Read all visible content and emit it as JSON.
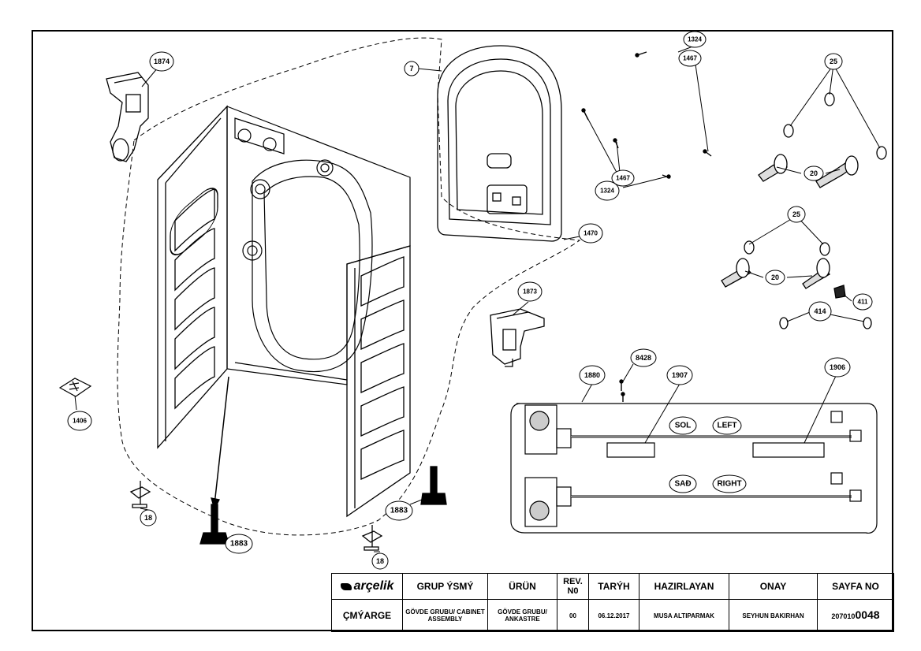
{
  "callouts": {
    "c1874": "1874",
    "c7": "7",
    "c1324a": "1324",
    "c1467a": "1467",
    "c1467b": "1467",
    "c1324b": "1324",
    "c25a": "25",
    "c20a": "20",
    "c25b": "25",
    "c20b": "20",
    "c1470": "1470",
    "c1873": "1873",
    "c411": "411",
    "c414": "414",
    "c8428": "8428",
    "c1880": "1880",
    "c1907": "1907",
    "c1906": "1906",
    "c1406": "1406",
    "c18a": "18",
    "c18b": "18",
    "c1883a": "1883",
    "c1883b": "1883"
  },
  "tags": {
    "sol": "SOL",
    "left": "LEFT",
    "sag": "SAĐ",
    "right": "RIGHT"
  },
  "title_block": {
    "brand": "arçelik",
    "headers": [
      "GRUP ÝSMÝ",
      "ÜRÜN",
      "REV. N0",
      "TARÝH",
      "HAZIRLAYAN",
      "ONAY",
      "SAYFA NO"
    ],
    "model": "ÇMÝARGE",
    "group_name": "GÖVDE GRUBU/ CABINET ASSEMBLY",
    "product": "GÖVDE GRUBU/ ANKASTRE",
    "rev": "00",
    "date": "06.12.2017",
    "prepared_by": "MUSA ALTIPARMAK",
    "approved_by": "SEYHUN BAKIRHAN",
    "sheet_prefix": "207010",
    "sheet_number": "0048"
  }
}
